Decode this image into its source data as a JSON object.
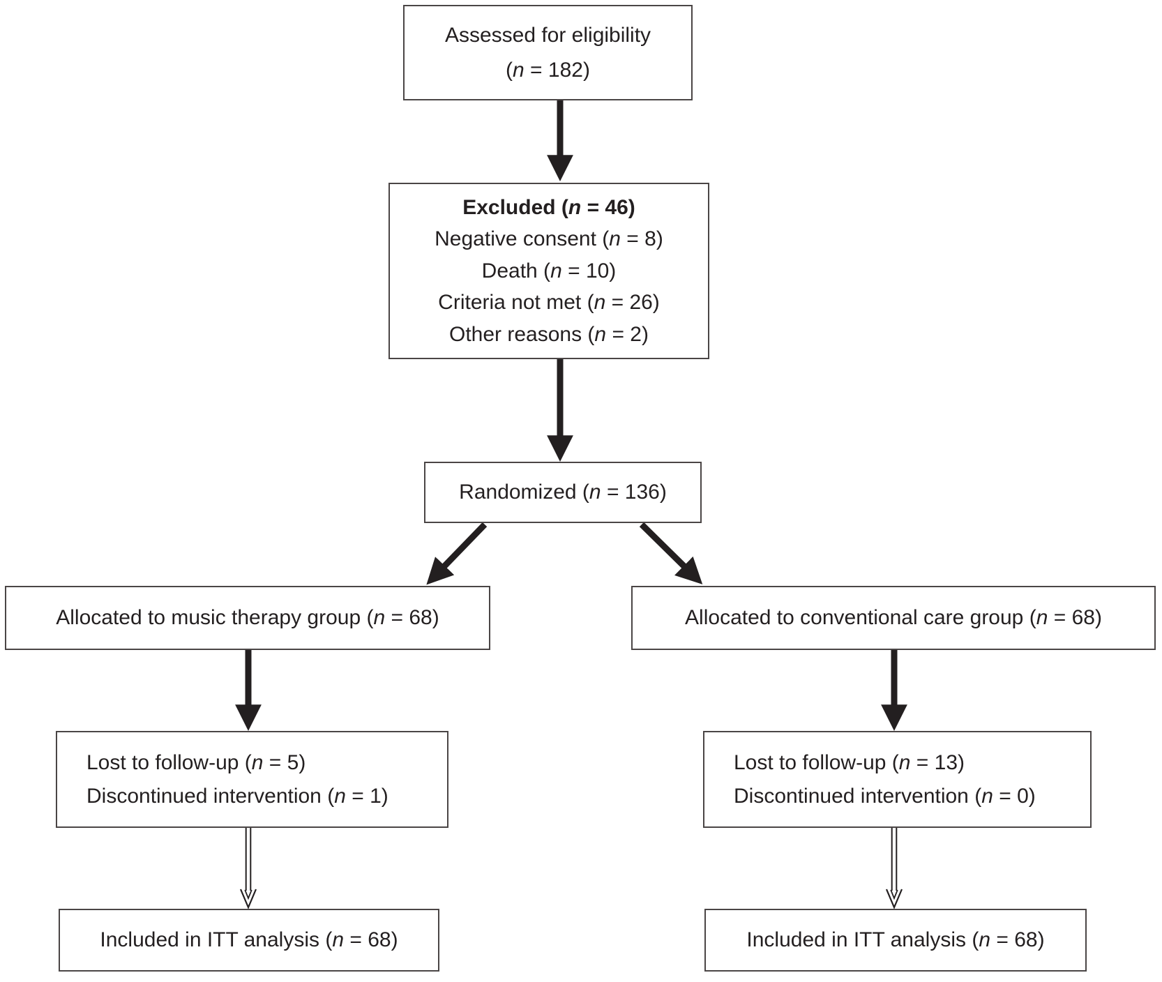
{
  "colors": {
    "ink": "#231f20",
    "border": "#4a4545",
    "background": "#ffffff"
  },
  "flow": {
    "assessed": {
      "line1": "Assessed for eligibility",
      "line2": "(n = 182)"
    },
    "excluded": {
      "title": "Excluded (n = 46)",
      "items": [
        "Negative consent (n = 8)",
        "Death (n = 10)",
        "Criteria not met (n = 26)",
        "Other reasons (n = 2)"
      ]
    },
    "randomized": {
      "label": "Randomized (n = 136)"
    },
    "music_group": {
      "allocated": "Allocated to music therapy group (n = 68)",
      "followup_line1": "Lost to follow-up (n = 5)",
      "followup_line2": "Discontinued intervention (n = 1)",
      "itt": "Included in ITT analysis (n = 68)"
    },
    "care_group": {
      "allocated": "Allocated to conventional care group (n = 68)",
      "followup_line1": "Lost to follow-up (n = 13)",
      "followup_line2": "Discontinued intervention (n = 0)",
      "itt": "Included in ITT analysis (n = 68)"
    }
  }
}
